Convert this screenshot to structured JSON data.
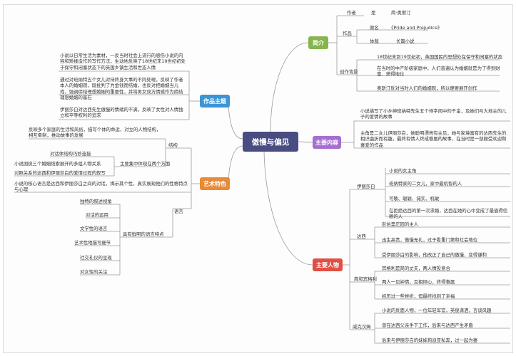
{
  "central": "傲慢与偏见",
  "colors": {
    "central": "#4a4d82",
    "intro": "#86b44e",
    "theme": "#3b95d6",
    "art": "#e88a38",
    "content": "#a66ed1",
    "characters": "#e05045",
    "line": "#9a9a9a"
  },
  "intro": {
    "label": "简介",
    "author_label": "作者",
    "author_value": "简·奥斯汀",
    "work_label": "作品",
    "original_name_label": "原名",
    "original_name_value": "《Pride and Prejudice》",
    "genre_label": "体裁",
    "genre_value": "长篇小说",
    "background_label": "创作背景",
    "background_items": [
      "18世纪末到19世纪初，英国国民的思想处在保守和闭塞的状态",
      "在当时的中产阶级家庭中，人们普遍认为婚姻就是为了得到财富、获得地位",
      "奥斯汀反对当时人们的婚姻观，所以便要展开创作"
    ]
  },
  "theme": {
    "label": "作品主题",
    "items": [
      "小说以日常生活为素材，一反当时社会上流行的感伤小说的内容和矫揉造作的写作方法，生动地反映了18世纪末19世纪初处于保守和闭塞状态下的英国乡镇生活和世态人情",
      "通过对班纳特五个女儿对待终身大事的不同处理，反映了作者本人的婚姻观，既批判了为金钱而结婚，也反对把婚姻当儿戏，强调缔结理想婚姻的重要性，并将男女双方情感作为缔结理想婚姻的基石",
      "伊丽莎白对达西先生傲慢的情绪的不满，反映了女性对人情独立和平等权利的追求"
    ]
  },
  "art": {
    "label": "艺术特色",
    "structure_label": "结构",
    "structure_items": [
      "反映多个家庭的生活和风俗，描写个体的命运，对立的人物结构，相互牵制，推动故事的发展",
      "对话体结构巧妙连接",
      "小说围绕三个婚姻线索展开的多组人物关系",
      "对照关系的达西和伊丽莎白的爱情过程的叙写"
    ],
    "main_story_label": "主要集中体现在两个方面",
    "wording_text": "小说的核心语言是达西和伊丽莎白之间的对话，揭示其个性，真实展现他们的性格特点与心理",
    "language_label": "语言",
    "language_sub_label": "具有鲜明的语言特点",
    "language_items": [
      "独特的叙述视角",
      "对话的运用",
      "文学性的语言",
      "艺术性地描写细节",
      "社交礼仪的呈现",
      "对女性的关注"
    ]
  },
  "content": {
    "label": "主要内容",
    "items": [
      "小说描写了小乡绅班纳特先生五个待字闺中的千金，及她们与大地主的儿子的爱情的故事",
      "主角是二女儿伊丽莎白，她聪明漂亮有主见，她与家境富有的达西先生的相识曲折而有趣，最终有情人终成眷属的故事，在当时是一部颇受欢迎和喜爱的作品"
    ]
  },
  "characters": {
    "label": "主要人物",
    "elizabeth_label": "伊丽莎白",
    "elizabeth_items": [
      "小说的女主角",
      "班纳特家的二女儿，家中最机智的人",
      "可敬、聪颖、诚实、机敏",
      "在拒绝达西的第一次求婚，达西在她的心中变成了最值得信赖的人"
    ],
    "darcy_label": "达西",
    "darcy_items": [
      "彭伯里庄园的主人",
      "出生高贵，傲慢无礼，过于看重门第和社会地位",
      "受伊丽莎白的影响，他改正了自己的傲慢，变得谦和"
    ],
    "bingley_label": "简和宾格利",
    "bingley_items": [
      "宾格利是简的丈夫，两人情投意合",
      "两人一见钟情，互相倾心，终得眷属",
      "经历过一些挫折，但最终找到了幸福"
    ],
    "wickham_label": "威克汉姆",
    "wickham_items": [
      "小说的反面人物，一位年轻军官，英俊潇洒，言谈风趣",
      "曾在达西父亲手下工作，后来与达西产生矛盾",
      "后来与伊丽莎白的妹妹莉迪亚私奔，过一起为妻"
    ]
  }
}
